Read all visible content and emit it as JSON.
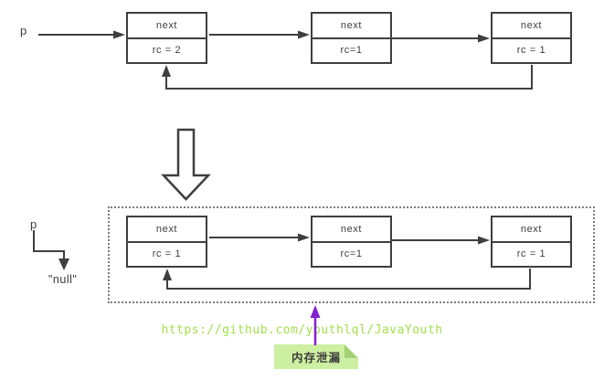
{
  "top_list": {
    "pointer_label": "p",
    "nodes": [
      {
        "next": "next",
        "rc": "rc = 2"
      },
      {
        "next": "next",
        "rc": "rc=1"
      },
      {
        "next": "next",
        "rc": "rc = 1"
      }
    ]
  },
  "bottom_list": {
    "pointer_label": "p",
    "pointer_target": "\"null\"",
    "nodes": [
      {
        "next": "next",
        "rc": "rc = 1"
      },
      {
        "next": "next",
        "rc": "rc=1"
      },
      {
        "next": "next",
        "rc": "rc = 1"
      }
    ]
  },
  "watermark_url": "https://github.com/youthlql/JavaYouth",
  "note": {
    "label": "内存泄漏"
  },
  "colors": {
    "line": "#3f3f3f",
    "dotted_border": "#7b7b7b",
    "url_green": "#a2e04e",
    "note_bg": "#cdefa2",
    "note_fold": "#a3d176",
    "arrow_purple": "#8322cf"
  }
}
